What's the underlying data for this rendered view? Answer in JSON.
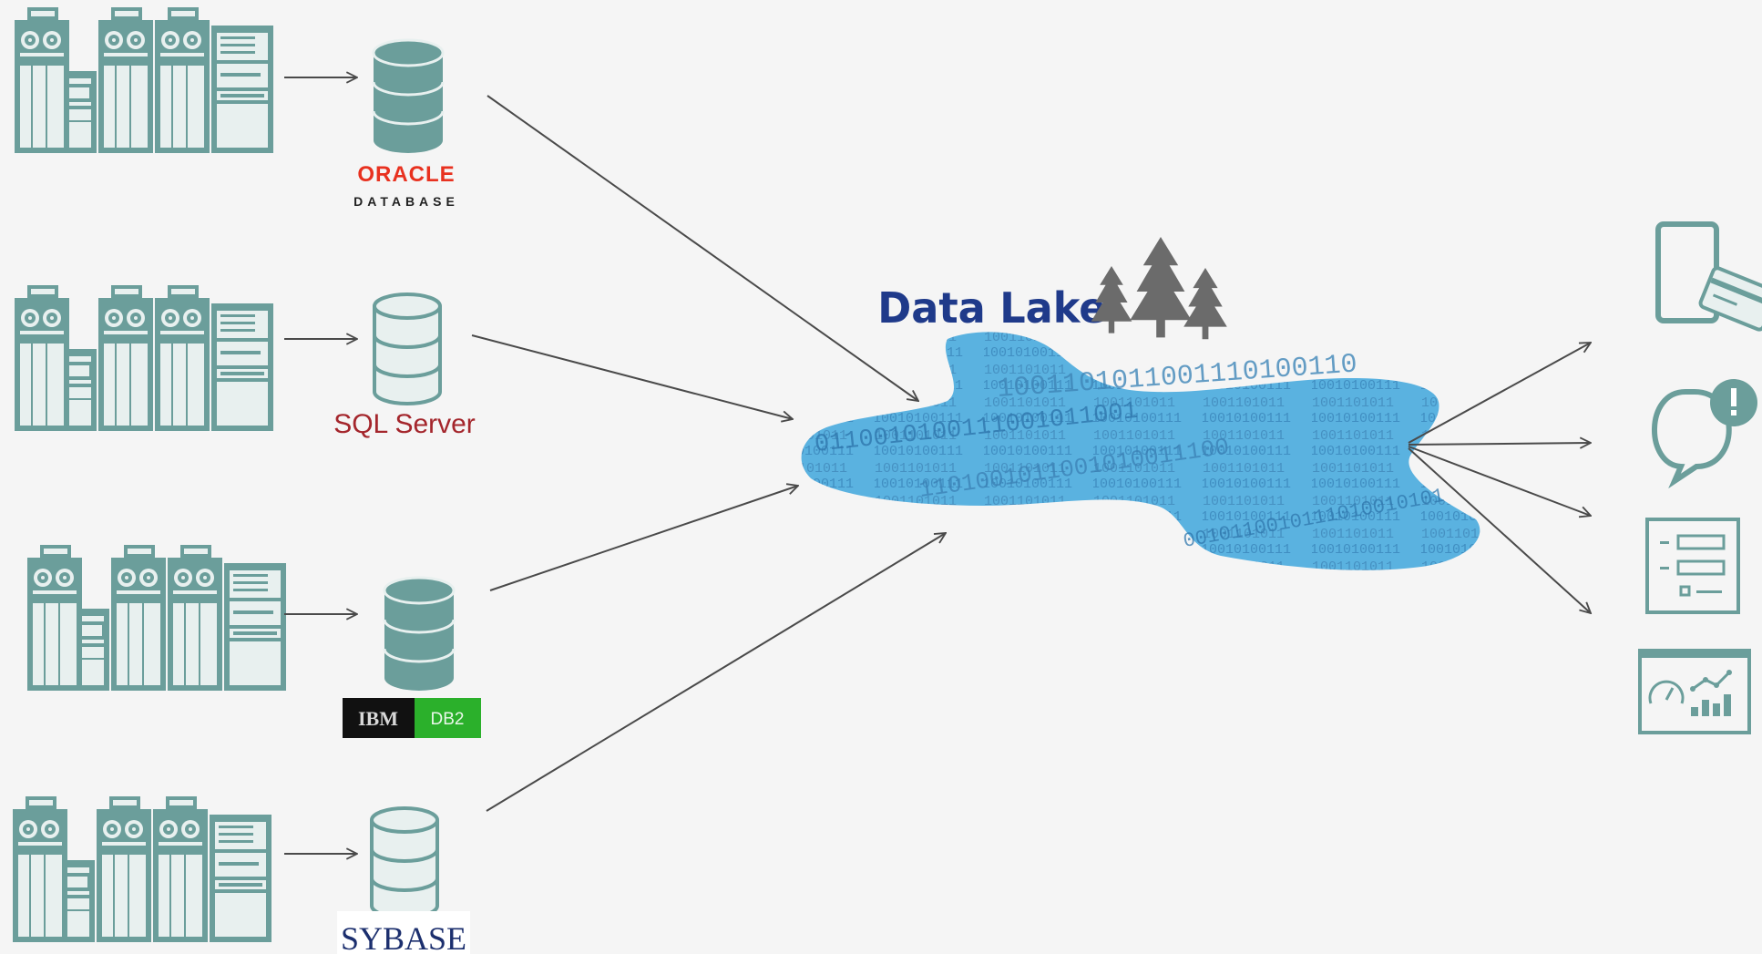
{
  "title": "Data Lake",
  "sources": [
    {
      "label": "ORACLE",
      "sublabel": "DATABASE"
    },
    {
      "label": "SQL Server"
    },
    {
      "label": "IBM",
      "sublabel": "DB2"
    },
    {
      "label": "SYBASE"
    }
  ],
  "lake_binary": [
    "1001101011001110100110",
    "0110010100111001011001",
    "1101001011001010011100",
    "0010110010111010010101"
  ],
  "consumers": [
    {
      "icon": "mobile-card-icon"
    },
    {
      "icon": "chat-alert-icon"
    },
    {
      "icon": "form-list-icon"
    },
    {
      "icon": "dashboard-chart-icon"
    }
  ],
  "colors": {
    "server": "#6b9e9b",
    "db_dark": "#6b9e9b",
    "db_light": "#e8f0ef",
    "db_outline": "#6b9e9b",
    "lake": "#5ab2e0",
    "lake_text": "#3f86b8",
    "title": "#1f3a8a",
    "trees": "#6b6b6b",
    "arrow": "#4a4a4a",
    "oracle_red": "#e8311f",
    "sql_red": "#a4262c",
    "ibm_bg": "#111111",
    "db2_bg": "#2bb02b",
    "sybase_blue": "#1c2f6e"
  }
}
